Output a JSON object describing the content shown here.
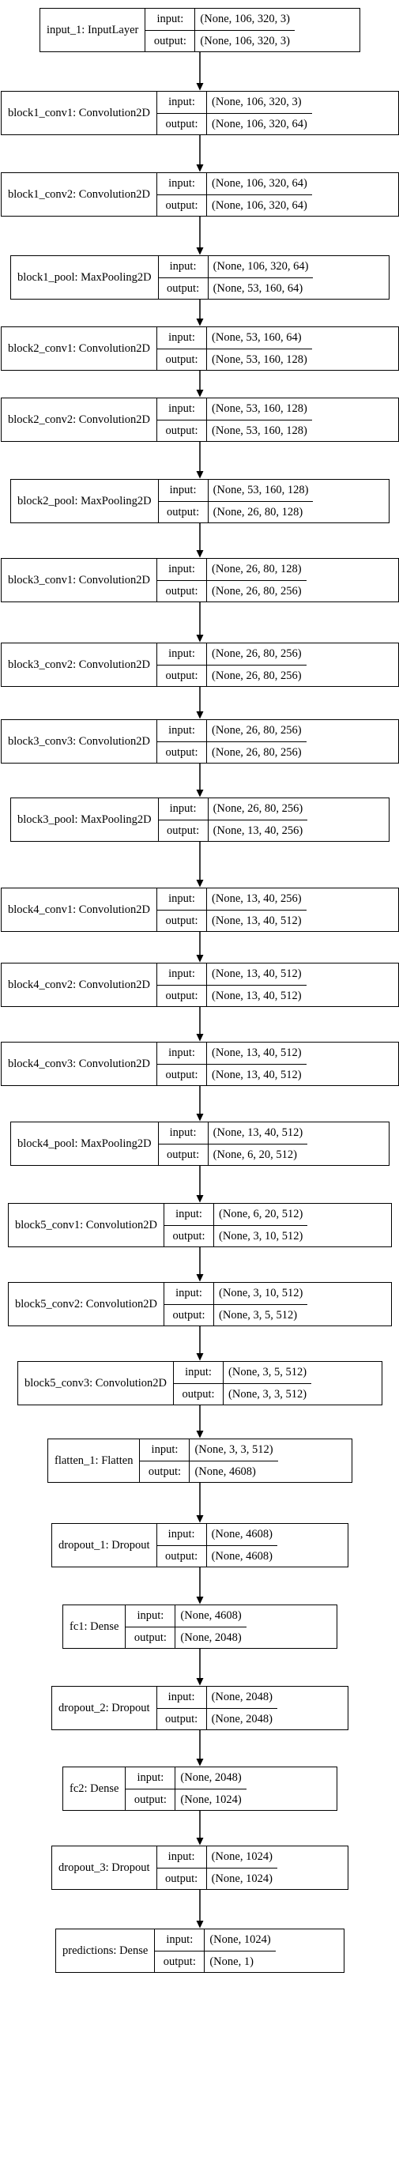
{
  "diagram": {
    "io_labels": {
      "input": "input:",
      "output": "output:"
    },
    "layers": [
      {
        "label": "input_1: InputLayer",
        "input": "(None, 106, 320, 3)",
        "output": "(None, 106, 320, 3)"
      },
      {
        "label": "block1_conv1: Convolution2D",
        "input": "(None, 106, 320, 3)",
        "output": "(None, 106, 320, 64)"
      },
      {
        "label": "block1_conv2: Convolution2D",
        "input": "(None, 106, 320, 64)",
        "output": "(None, 106, 320, 64)"
      },
      {
        "label": "block1_pool: MaxPooling2D",
        "input": "(None, 106, 320, 64)",
        "output": "(None, 53, 160, 64)"
      },
      {
        "label": "block2_conv1: Convolution2D",
        "input": "(None, 53, 160, 64)",
        "output": "(None, 53, 160, 128)"
      },
      {
        "label": "block2_conv2: Convolution2D",
        "input": "(None, 53, 160, 128)",
        "output": "(None, 53, 160, 128)"
      },
      {
        "label": "block2_pool: MaxPooling2D",
        "input": "(None, 53, 160, 128)",
        "output": "(None, 26, 80, 128)"
      },
      {
        "label": "block3_conv1: Convolution2D",
        "input": "(None, 26, 80, 128)",
        "output": "(None, 26, 80, 256)"
      },
      {
        "label": "block3_conv2: Convolution2D",
        "input": "(None, 26, 80, 256)",
        "output": "(None, 26, 80, 256)"
      },
      {
        "label": "block3_conv3: Convolution2D",
        "input": "(None, 26, 80, 256)",
        "output": "(None, 26, 80, 256)"
      },
      {
        "label": "block3_pool: MaxPooling2D",
        "input": "(None, 26, 80, 256)",
        "output": "(None, 13, 40, 256)"
      },
      {
        "label": "block4_conv1: Convolution2D",
        "input": "(None, 13, 40, 256)",
        "output": "(None, 13, 40, 512)"
      },
      {
        "label": "block4_conv2: Convolution2D",
        "input": "(None, 13, 40, 512)",
        "output": "(None, 13, 40, 512)"
      },
      {
        "label": "block4_conv3: Convolution2D",
        "input": "(None, 13, 40, 512)",
        "output": "(None, 13, 40, 512)"
      },
      {
        "label": "block4_pool: MaxPooling2D",
        "input": "(None, 13, 40, 512)",
        "output": "(None, 6, 20, 512)"
      },
      {
        "label": "block5_conv1: Convolution2D",
        "input": "(None, 6, 20, 512)",
        "output": "(None, 3, 10, 512)"
      },
      {
        "label": "block5_conv2: Convolution2D",
        "input": "(None, 3, 10, 512)",
        "output": "(None, 3, 5, 512)"
      },
      {
        "label": "block5_conv3: Convolution2D",
        "input": "(None, 3, 5, 512)",
        "output": "(None, 3, 3, 512)"
      },
      {
        "label": "flatten_1: Flatten",
        "input": "(None, 3, 3, 512)",
        "output": "(None, 4608)"
      },
      {
        "label": "dropout_1: Dropout",
        "input": "(None, 4608)",
        "output": "(None, 4608)"
      },
      {
        "label": "fc1: Dense",
        "input": "(None, 4608)",
        "output": "(None, 2048)"
      },
      {
        "label": "dropout_2: Dropout",
        "input": "(None, 2048)",
        "output": "(None, 2048)"
      },
      {
        "label": "fc2: Dense",
        "input": "(None, 2048)",
        "output": "(None, 1024)"
      },
      {
        "label": "dropout_3: Dropout",
        "input": "(None, 1024)",
        "output": "(None, 1024)"
      },
      {
        "label": "predictions: Dense",
        "input": "(None, 1024)",
        "output": "(None, 1)"
      }
    ]
  }
}
